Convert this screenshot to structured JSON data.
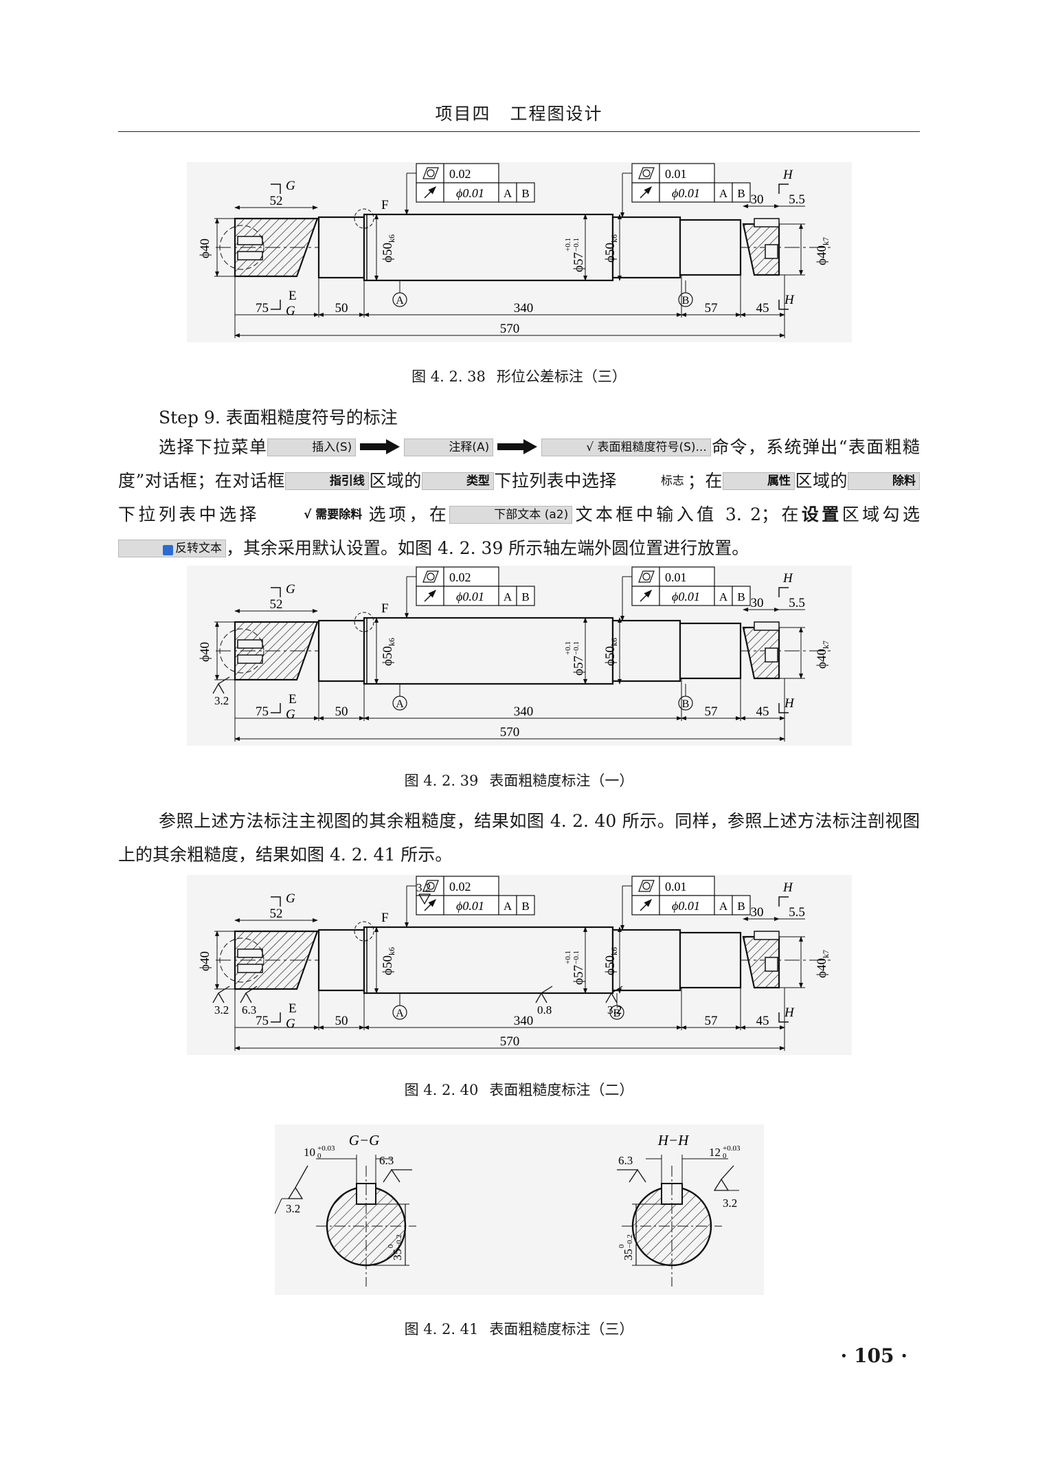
{
  "header": {
    "part1": "项目四",
    "part2": "工程图设计"
  },
  "figures": {
    "fig38": {
      "num": "图 4. 2. 38",
      "title": "形位公差标注（三）"
    },
    "fig39": {
      "num": "图 4. 2. 39",
      "title": "表面粗糙度标注（一）"
    },
    "fig40": {
      "num": "图 4. 2. 40",
      "title": "表面粗糙度标注（二）"
    },
    "fig41": {
      "num": "图 4. 2. 41",
      "title": "表面粗糙度标注（三）"
    }
  },
  "step": {
    "heading": "Step 9.  表面粗糙度符号的标注"
  },
  "para1": {
    "t1": "选择下拉菜单",
    "ui_insert": "插入(S)",
    "ui_annot": "注释(A)",
    "ui_rough": "√ 表面粗糙度符号(S)...",
    "t2": "命令，系统弹出“表面粗糙度”对话框；在对话框",
    "ui_leader": "指引线",
    "t3": "区域的",
    "ui_type": "类型",
    "t4": "下拉列表中选择",
    "ui_flag": "标志",
    "t5": "；在",
    "ui_attr": "属性",
    "t6": "区域的",
    "ui_remove": "除料",
    "t7": "下拉列表中选择",
    "ui_needremove": "√ 需要除料",
    "t8": "选项，在",
    "ui_lowertext": "下部文本 (a2)",
    "t9": "文本框中输入值 3. 2；在",
    "ui_settings": "设置",
    "t10": "区域勾选",
    "ui_reverse": "反转文本",
    "t11": "，其余采用默认设置。如图 4. 2. 39 所示轴左端外圆位置进行放置。"
  },
  "para2": "参照上述方法标注主视图的其余粗糙度，结果如图 4. 2. 40 所示。同样，参照上述方法标注剖视图上的其余粗糙度，结果如图 4. 2. 41 所示。",
  "drawing": {
    "tol1_value": "0.02",
    "tol1_runout": "ϕ0.01",
    "tol2_value": "0.01",
    "tol2_runout": "ϕ0.01",
    "datum_a": "A",
    "datum_b": "B",
    "dim_phi40": "ϕ40",
    "dim_phi50k6": "ϕ50",
    "sub_k6": "k6",
    "dim_phi57": "ϕ57",
    "tol57_upper": "+0.1",
    "tol57_lower": "−0.1",
    "dim_phi40k7": "ϕ40",
    "sub_k7": "k7",
    "dim_52": "52",
    "dim_75": "75",
    "dim_50": "50",
    "dim_340": "340",
    "dim_57": "57",
    "dim_45": "45",
    "dim_570": "570",
    "dim_30": "30",
    "dim_5_5": "5.5",
    "label_g": "G",
    "label_h": "H",
    "label_e": "E",
    "label_f": "F",
    "rough_3_2": "3.2",
    "rough_6_3": "6.3",
    "rough_0_8": "0.8"
  },
  "sections": {
    "gg_title": "G−G",
    "hh_title": "H−H",
    "gg_width": "10",
    "gg_width_tol_up": "+0.03",
    "gg_width_tol_low": "0",
    "hh_width": "12",
    "hh_width_tol_up": "+0.03",
    "hh_width_tol_low": "0",
    "depth": "35",
    "depth_tol_up": "0",
    "depth_tol_low": "−0.2",
    "rough_3_2": "3.2",
    "rough_6_3": "6.3"
  },
  "page_number": "· 105 ·"
}
